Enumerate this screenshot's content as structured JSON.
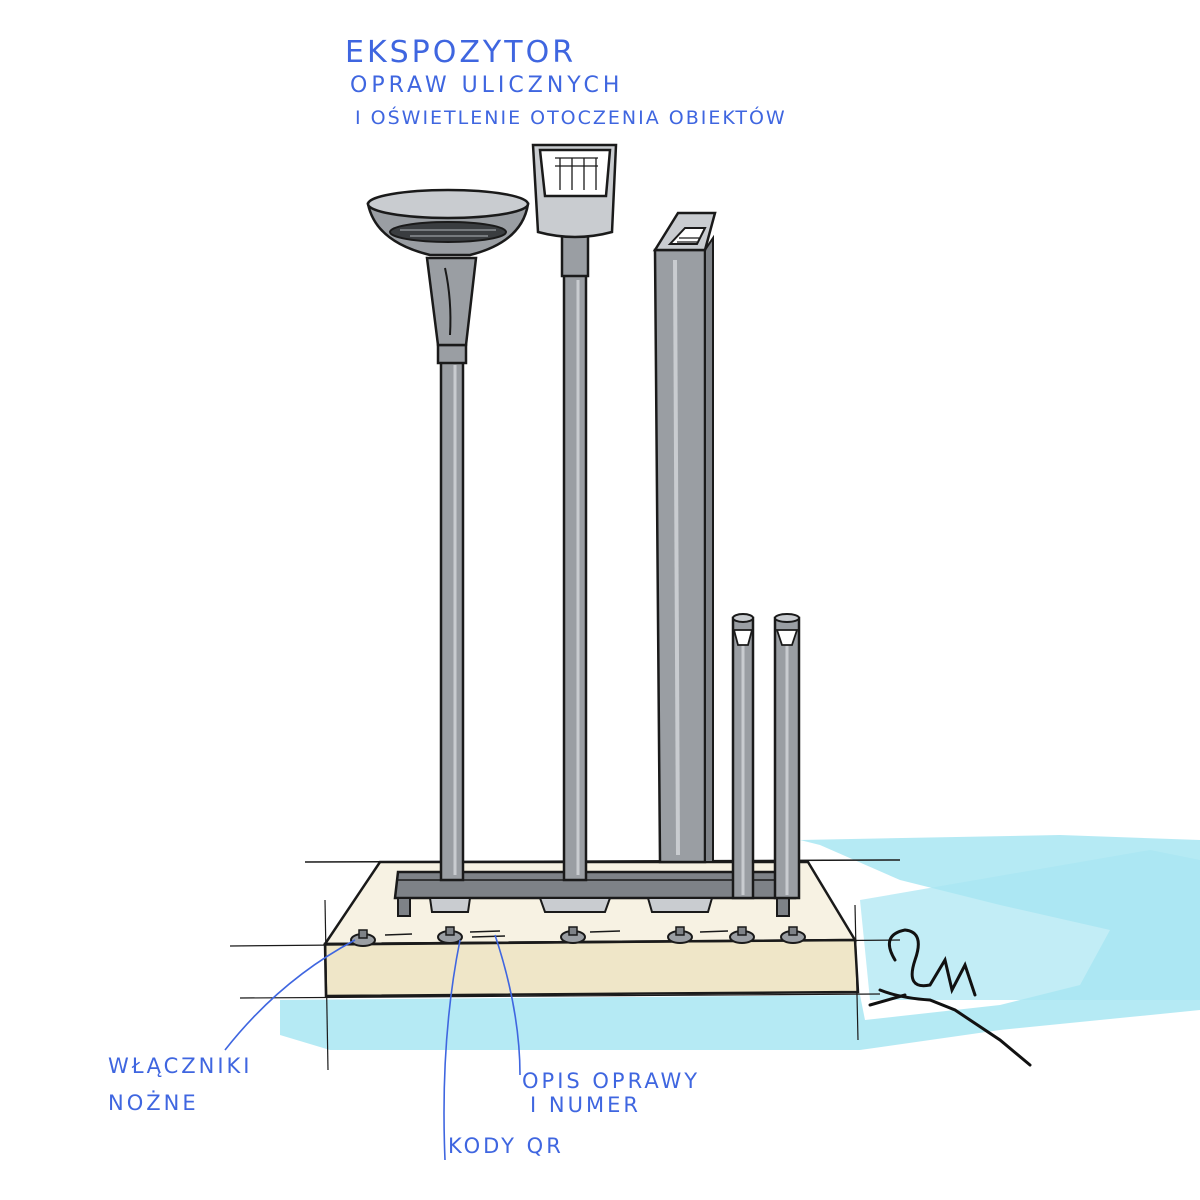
{
  "title": {
    "line1": "EKSPOZYTOR",
    "line2": "OPRAW ULICZNYCH",
    "line3": "I OŚWIETLENIE OTOCZENIA OBIEKTÓW"
  },
  "annotations": {
    "foot_switches": {
      "line1": "WŁĄCZNIKI",
      "line2": "NOŻNE"
    },
    "description": {
      "line1": "OPIS OPRAWY",
      "line2": "I NUMER"
    },
    "qr_codes": "KODY QR"
  },
  "colors": {
    "ink": "#1a1a1a",
    "annotation_blue": "#3f66e0",
    "marker_gray": "#9a9ea3",
    "marker_gray_light": "#c9ccd0",
    "base_beige": "#efe6c8",
    "floor_cyan": "#a8e6f2"
  },
  "icons": [
    "signature-icon"
  ]
}
